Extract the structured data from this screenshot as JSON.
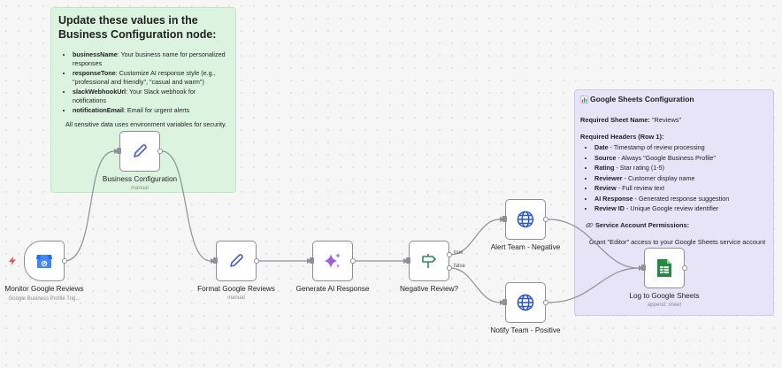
{
  "sticky_config": {
    "title": "Update these values in the Business Configuration node:",
    "items": [
      {
        "key": "businessName",
        "text": ": Your business name for personalized responses"
      },
      {
        "key": "responseTone",
        "text": ": Customize AI response style (e.g., \"professional and friendly\", \"casual and warm\")"
      },
      {
        "key": "slackWebhookUrl",
        "text": ": Your Slack webhook for notifications"
      },
      {
        "key": "notificationEmail",
        "text": ": Email for urgent alerts"
      }
    ],
    "footer": "All sensitive data uses environment variables for security."
  },
  "sticky_sheets": {
    "title": "Google Sheets Configuration",
    "title_icon": "bar-chart-emoji",
    "sheet_name_label": "Required Sheet Name:",
    "sheet_name_value": "\"Reviews\"",
    "headers_label": "Required Headers (Row 1):",
    "headers": [
      {
        "key": "Date",
        "text": " - Timestamp of review processing"
      },
      {
        "key": "Source",
        "text": " - Always \"Google Business Profile\""
      },
      {
        "key": "Rating",
        "text": " - Star rating (1-5)"
      },
      {
        "key": "Reviewer",
        "text": " - Customer display name"
      },
      {
        "key": "Review",
        "text": " - Full review text"
      },
      {
        "key": "AI Response",
        "text": " - Generated response suggestion"
      },
      {
        "key": "Review ID",
        "text": " - Unique Google review identifier"
      }
    ],
    "permissions_icon": "link-emoji",
    "permissions_label": "Service Account Permissions:",
    "grant_text": "Grant \"Editor\" access to your Google Sheets service account"
  },
  "nodes": {
    "monitor": {
      "label": "Monitor Google Reviews",
      "sub": "Google Business Profile Trig...",
      "icon": "google-business-icon"
    },
    "business_config": {
      "label": "Business Configuration",
      "sub": "manual",
      "icon": "pencil-icon"
    },
    "format": {
      "label": "Format Google Reviews",
      "sub": "manual",
      "icon": "pencil-icon"
    },
    "generate": {
      "label": "Generate AI Response",
      "sub": "",
      "icon": "sparkles-icon"
    },
    "negative": {
      "label": "Negative Review?",
      "sub": "",
      "icon": "signpost-icon"
    },
    "alert": {
      "label": "Alert Team - Negative",
      "sub": "",
      "icon": "globe-icon"
    },
    "notify": {
      "label": "Notify Team - Positive",
      "sub": "",
      "icon": "globe-icon"
    },
    "sheets": {
      "label": "Log to Google Sheets",
      "sub": "append: sheet",
      "icon": "google-sheets-icon"
    }
  },
  "branches": {
    "true_label": "true",
    "false_label": "false"
  },
  "colors": {
    "canvas": "#f6f6f7",
    "sticky_green": "#dcf4df",
    "sticky_purple": "#e6e4f6",
    "wire": "#8f8f97",
    "pencil": "#4a5fd1",
    "globe": "#2c55c9",
    "signpost": "#2e8b57",
    "sparkles": "#9b5de5",
    "sheets": "#1e8e3e",
    "trigger_bolt": "#ef5350"
  }
}
